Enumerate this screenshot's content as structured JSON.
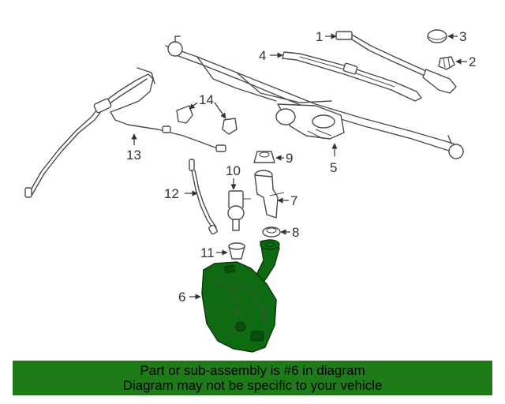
{
  "diagram": {
    "highlight_color": "#0e6b12",
    "callouts": {
      "c1": "1",
      "c2": "2",
      "c3": "3",
      "c4": "4",
      "c5": "5",
      "c6": "6",
      "c7": "7",
      "c8": "8",
      "c9": "9",
      "c10": "10",
      "c11": "11",
      "c12": "12",
      "c13": "13",
      "c14": "14"
    }
  },
  "banner": {
    "color": "#1f7a1a",
    "line1": "Part or sub-assembly is #6 in diagram",
    "line2": "Diagram may not be specific to your vehicle"
  }
}
